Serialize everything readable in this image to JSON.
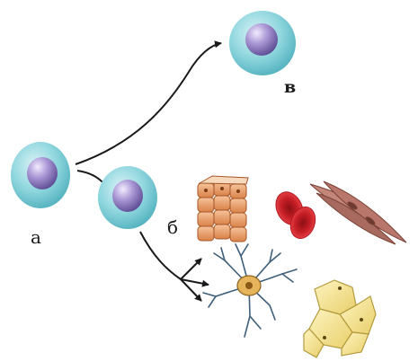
{
  "labels": {
    "stem_cell": "а",
    "differentiated_cells": "б",
    "daughter_cell": "в"
  },
  "colors": {
    "cell_cytoplasm": "#7fd3dc",
    "cell_nucleus": "#9a86c8",
    "arrow": "#1a1a1a",
    "epithelium": "#e9a36a",
    "erythrocyte": "#d8282e",
    "muscle_fiber": "#b9766a",
    "neuron": "#e6b45a",
    "adipocyte": "#f3e28a"
  }
}
